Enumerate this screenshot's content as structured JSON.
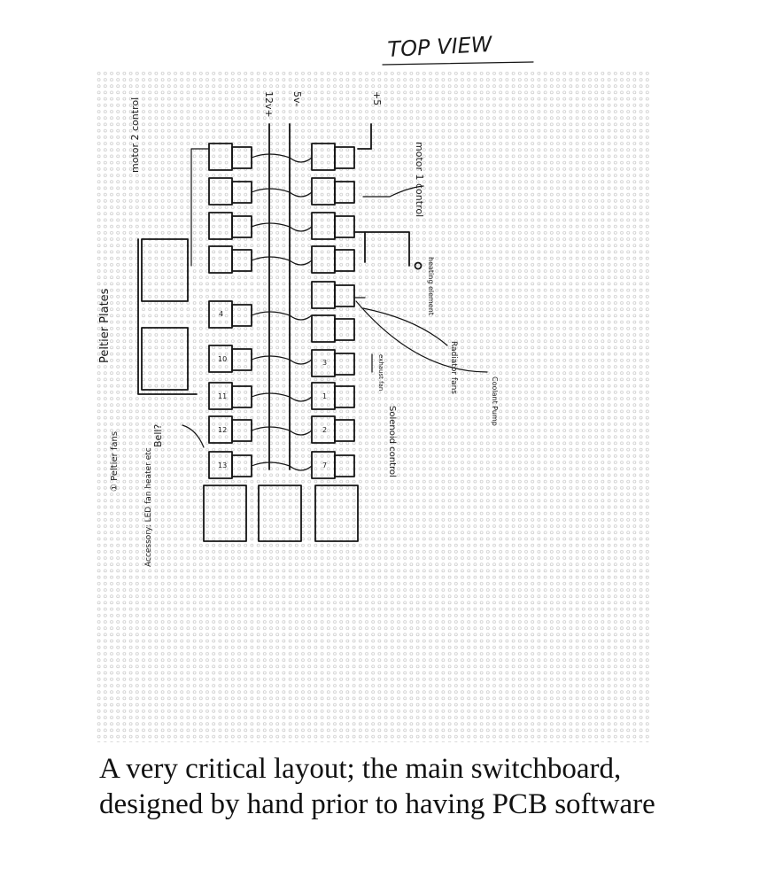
{
  "sheet": {
    "heading": "TOP VIEW",
    "rail_labels": [
      "12v+",
      "5v-",
      "+5"
    ],
    "labels": {
      "motor_2": "motor 2 control",
      "motor_1": "motor 1 control",
      "peltier_plates": "Peltier Plates",
      "peltier_fans": "① Peltier fans",
      "bell": "Bell?",
      "accessory": "Accessory: LED fan heater etc",
      "heating_element": "heating element",
      "radiator_fans": "Radiator fans",
      "exhaust_fan": "exhaust fan",
      "coolant_pump": "Coolant Pump",
      "solenoid": "Solenoid control"
    },
    "module_numbers": {
      "left": [
        "4",
        "10",
        "11",
        "12",
        "13"
      ],
      "right": [
        "3",
        "1",
        "2",
        "7"
      ]
    }
  },
  "caption": {
    "line1": "A very critical layout; the main switchboard,",
    "line2": "designed by hand prior to having PCB software"
  }
}
